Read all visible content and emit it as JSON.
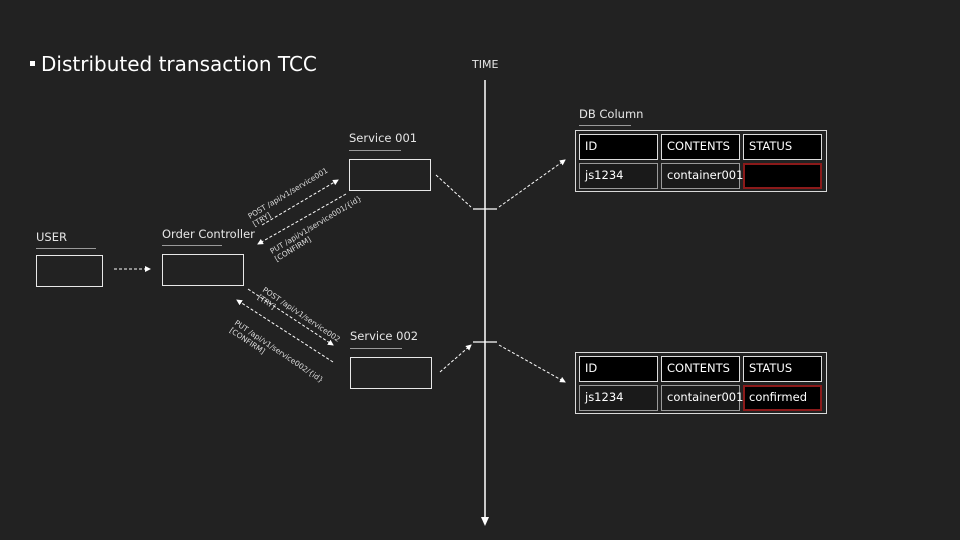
{
  "title": "Distributed transaction TCC",
  "time_label": "TIME",
  "nodes": {
    "user": "USER",
    "order_controller": "Order Controller",
    "service_001": "Service 001",
    "service_002": "Service 002"
  },
  "db_column_label": "DB Column",
  "edges": {
    "s1_try_line1": "POST /api/v1/service001",
    "s1_try_line2": "[TRY]",
    "s1_confirm_line1": "PUT /api/v1/service001/{id}",
    "s1_confirm_line2": "[CONFIRM]",
    "s2_try_line1": "POST /api/v1/service002",
    "s2_try_line2": "[TRY]",
    "s2_confirm_line1": "PUT /api/v1/service002/{id}",
    "s2_confirm_line2": "[CONFIRM]"
  },
  "db_tables": [
    {
      "headers": [
        "ID",
        "CONTENTS",
        "STATUS"
      ],
      "row": [
        "js1234",
        "container001",
        ""
      ]
    },
    {
      "headers": [
        "ID",
        "CONTENTS",
        "STATUS"
      ],
      "row": [
        "js1234",
        "container001",
        "confirmed"
      ]
    }
  ],
  "colors": {
    "background": "#222222",
    "status_highlight": "#8b1a1a"
  }
}
